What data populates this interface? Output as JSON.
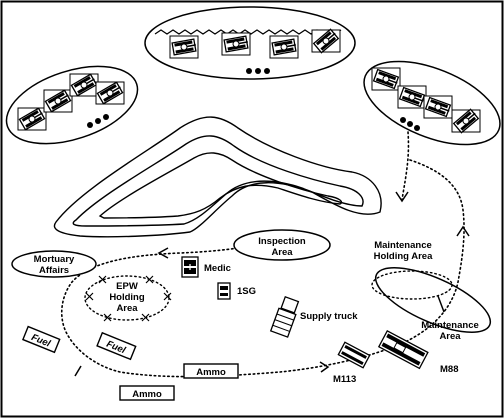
{
  "labels": {
    "mortuary_line1": "Mortuary",
    "mortuary_line2": "Affairs",
    "inspection_line1": "Inspection",
    "inspection_line2": "Area",
    "maint_holding_line1": "Maintenance",
    "maint_holding_line2": "Holding Area",
    "maint_area_line1": "Maintenance",
    "maint_area_line2": "Area",
    "epw_line1": "EPW",
    "epw_line2": "Holding",
    "epw_line3": "Area",
    "medic": "Medic",
    "first_sergeant": "1SG",
    "supply_truck": "Supply truck",
    "m113": "M113",
    "m88": "M88",
    "fuel_1": "Fuel",
    "fuel_2": "Fuel",
    "ammo_1": "Ammo",
    "ammo_2": "Ammo"
  },
  "icons": {
    "tank": "tank-icon",
    "medic_vehicle": "medic-vehicle-icon",
    "jeep": "jeep-icon",
    "truck": "supply-truck-icon",
    "apc": "m113-apc-icon",
    "recovery": "m88-recovery-vehicle-icon"
  },
  "colors": {
    "ink": "#000000",
    "paper": "#ffffff"
  }
}
